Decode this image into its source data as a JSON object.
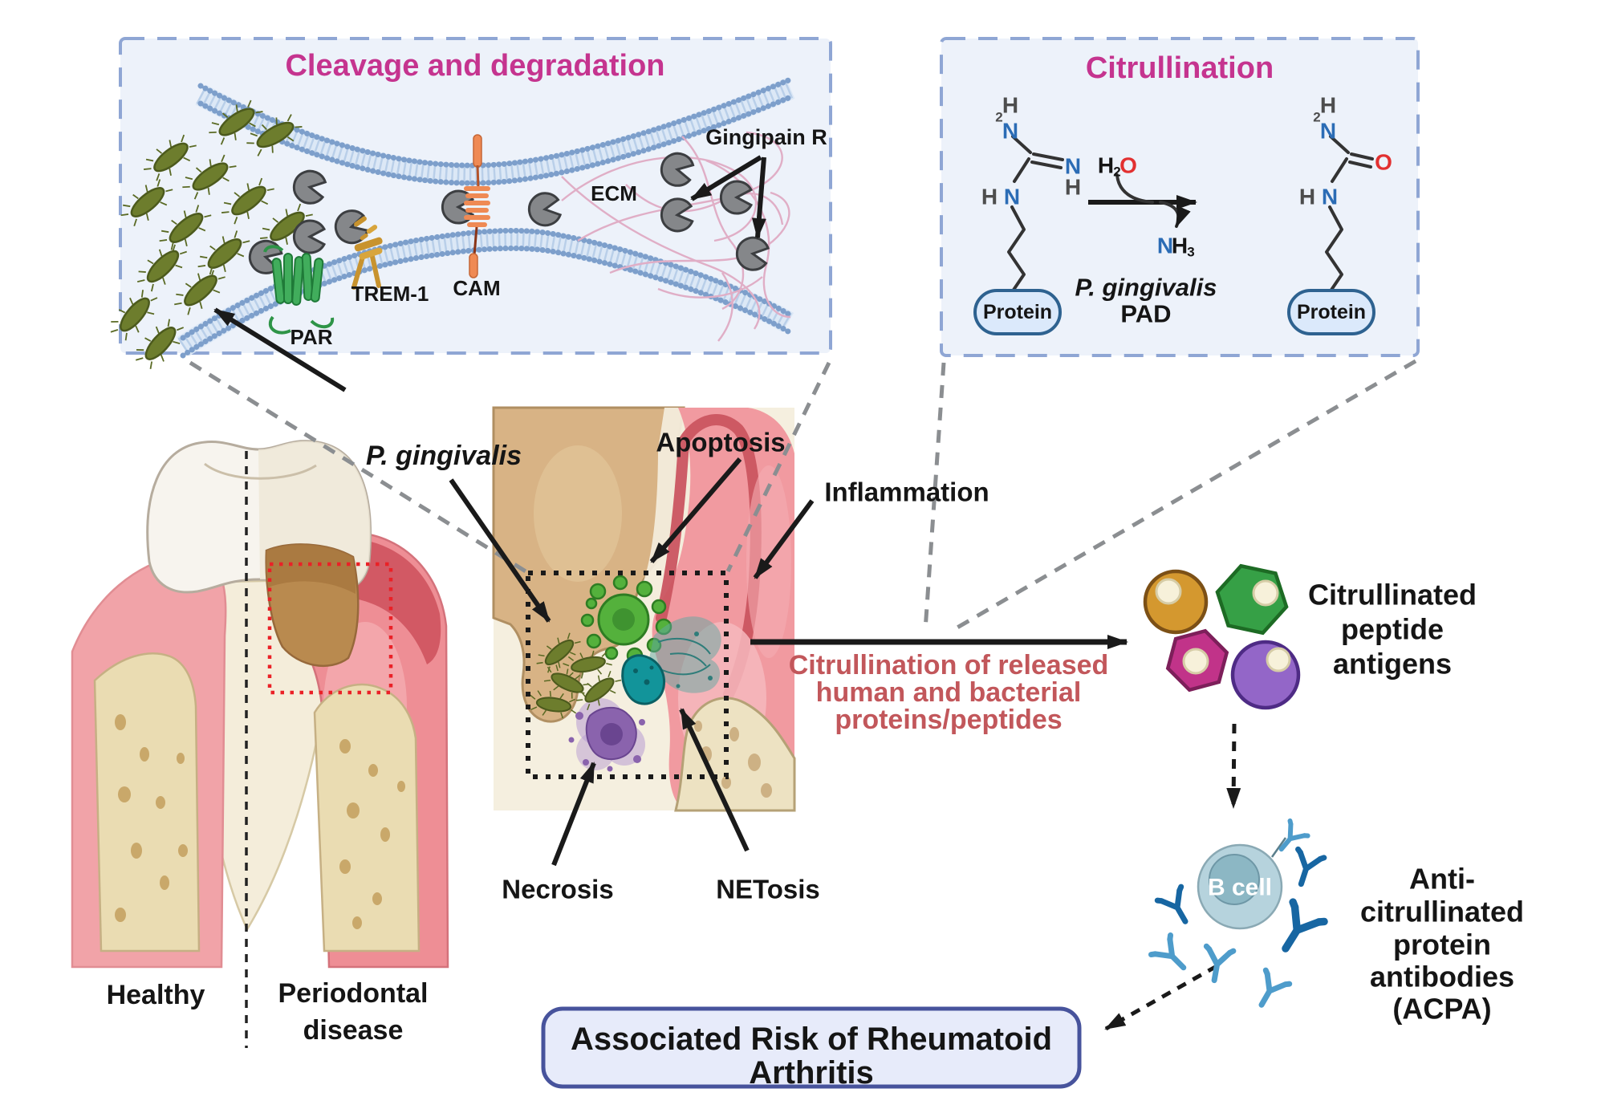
{
  "colors": {
    "accent_magenta": "#c5348f",
    "caption_red": "#c2575b",
    "panel_bg": "#edf2fa",
    "panel_border": "#8fa6d4",
    "nitrogen_blue": "#2b6cb5",
    "oxygen_red": "#e23030",
    "antibody_blue": "#1766a2",
    "risk_box_border": "#47539c",
    "risk_box_bg": "#e7ebfa"
  },
  "panel_cleavage": {
    "title": "Cleavage and degradation",
    "gingipain": "Gingipain R",
    "ecm": "ECM",
    "trem1": "TREM-1",
    "cam": "CAM",
    "par": "PAR"
  },
  "panel_citrullination": {
    "title": "Citrullination",
    "enzyme_name": "P. gingivalis",
    "enzyme_abbr": "PAD",
    "protein": "Protein"
  },
  "chem": {
    "h": "H",
    "n": "N",
    "o": "O",
    "sub2": "2",
    "sub3": "3"
  },
  "center": {
    "p_gingivalis": "P. gingivalis",
    "apoptosis": "Apoptosis",
    "inflammation": "Inflammation",
    "necrosis": "Necrosis",
    "netosis": "NETosis",
    "caption_l1": "Citrullination of released",
    "caption_l2": "human and bacterial",
    "caption_l3": "proteins/peptides"
  },
  "tooth": {
    "healthy": "Healthy",
    "periodontal_l1": "Periodontal",
    "periodontal_l2": "disease"
  },
  "right_flow": {
    "antigens_l1": "Citrullinated",
    "antigens_l2": "peptide",
    "antigens_l3": "antigens",
    "b_cell": "B cell",
    "acpa_l1": "Anti-",
    "acpa_l2": "citrullinated",
    "acpa_l3": "protein",
    "acpa_l4": "antibodies",
    "acpa_l5": "(ACPA)"
  },
  "outcome": {
    "risk_l1": "Associated Risk of Rheumatoid",
    "risk_l2": "Arthritis"
  }
}
